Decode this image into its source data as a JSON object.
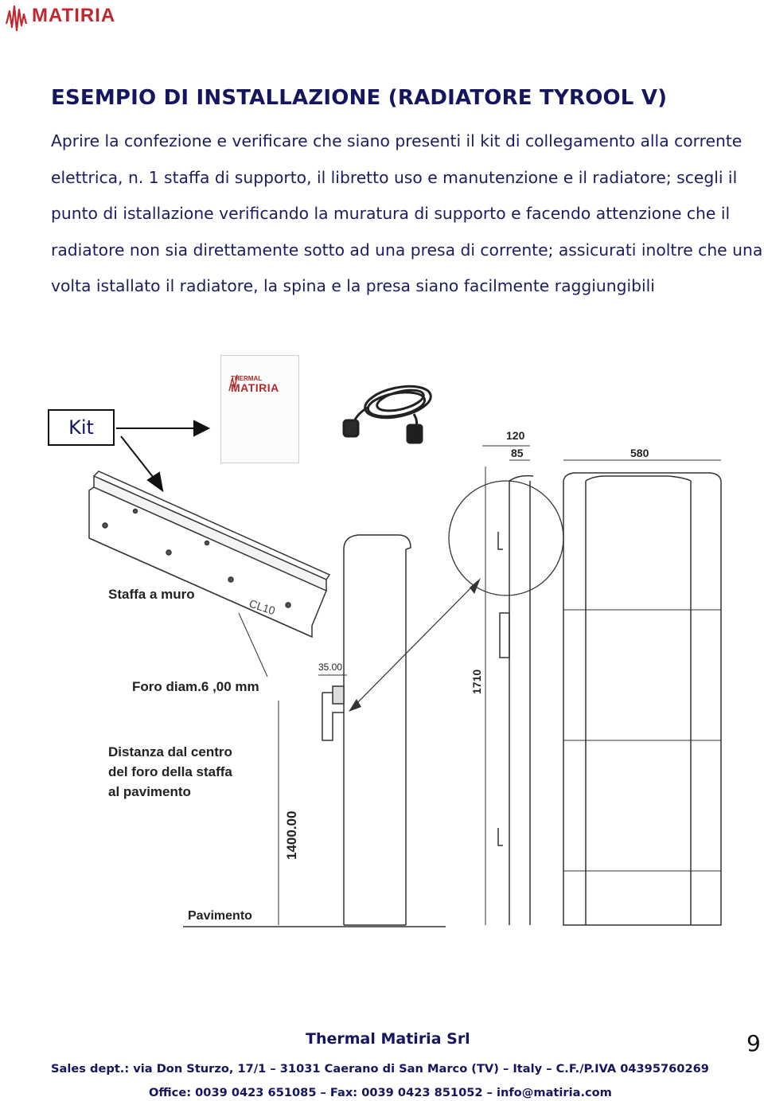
{
  "header": {
    "logo_text": "MATIRIA",
    "brand_color": "#c0262d"
  },
  "document": {
    "heading": "ESEMPIO DI INSTALLAZIONE (RADIATORE TYROOL V)",
    "intro": "Aprire la confezione e verificare che siano presenti il kit di collegamento alla corrente elettrica, n. 1 staffa di supporto, il libretto uso e manutenzione e il radiatore; scegli il punto di istallazione verificando la muratura di supporto e facendo attenzione che il radiatore non sia direttamente sotto ad una presa di corrente; assicurati inoltre che una volta istallato il radiatore, la spina e la presa siano facilmente raggiungibili"
  },
  "figure": {
    "kit_label": "Kit",
    "manual_logo_top": "THERMAL",
    "manual_logo_bottom": "MATIRIA",
    "bracket_label": "Staffa a muro",
    "bracket_code": "CL10",
    "hole_label": "Foro diam.6 ,00 mm",
    "distance_label_1": "Distanza dal centro",
    "distance_label_2": "del foro della staffa",
    "distance_label_3": "al pavimento",
    "dim_bracket_offset": "35.00",
    "dim_height_floor": "1400.00",
    "floor_label": "Pavimento",
    "dim_depth_total": "120",
    "dim_depth_inner": "85",
    "dim_height_radiator": "1710",
    "dim_width": "580"
  },
  "footer": {
    "company": "Thermal Matiria Srl",
    "page_number": "9",
    "sales": "Sales dept.: via Don Sturzo, 17/1 – 31031 Caerano di San Marco (TV) – Italy – C.F./P.IVA 04395760269",
    "office": "Office: 0039 0423 651085 – Fax: 0039 0423 851052 – info@matiria.com"
  }
}
